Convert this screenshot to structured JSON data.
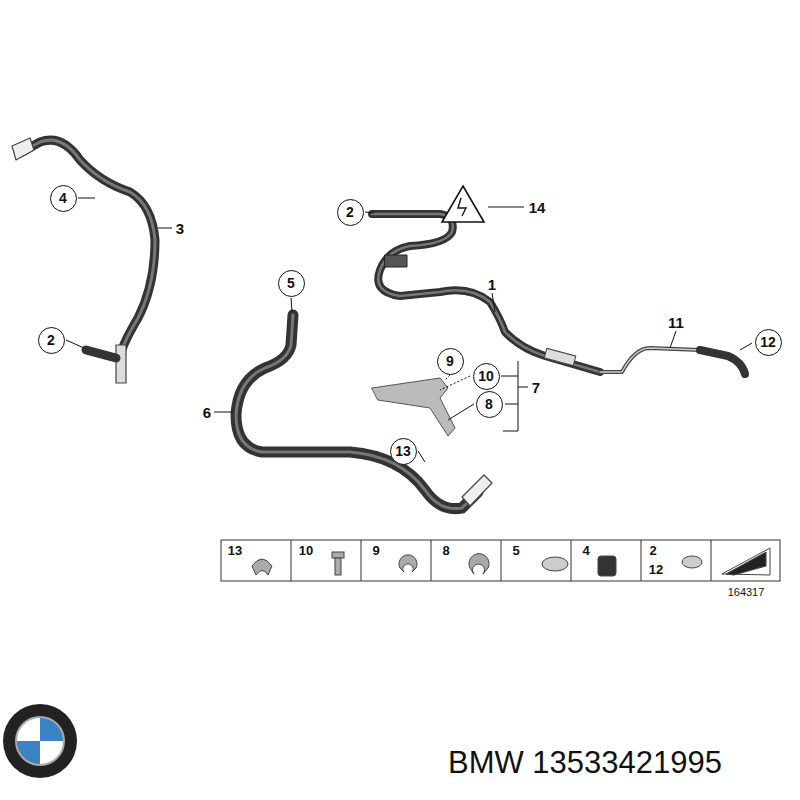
{
  "diagram": {
    "nodes": [
      {
        "text": [
          "4"
        ]
      },
      {
        "text": [
          "2"
        ]
      },
      {
        "text": [
          "5"
        ]
      },
      {
        "text": [
          "2"
        ]
      },
      {
        "text": [
          "12"
        ]
      },
      {
        "text": [
          "9"
        ]
      },
      {
        "text": [
          "10"
        ]
      },
      {
        "text": [
          "8"
        ]
      },
      {
        "text": [
          "13"
        ]
      }
    ],
    "labels": [
      "3",
      "14",
      "1",
      "11",
      "7",
      "6",
      "13",
      "10",
      "9",
      "8",
      "5",
      "4",
      "2",
      "12",
      "164317",
      "BMW 13533421995"
    ]
  }
}
